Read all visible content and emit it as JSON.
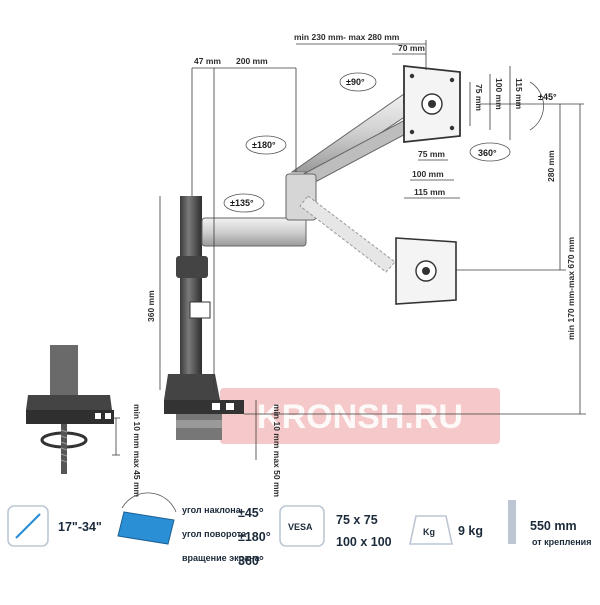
{
  "diagram": {
    "dimensions": {
      "offset_47": "47 mm",
      "arm_200": "200 mm",
      "reach_range": "min 230 mm- max 280 mm",
      "head_70": "70 mm",
      "vesa_100_h": "100 mm",
      "vesa_75_h": "75 mm",
      "vesa_115_h": "115 mm",
      "vesa_75_w": "75 mm",
      "vesa_100_w": "100 mm",
      "vesa_115_w": "115 mm",
      "height_280": "280 mm",
      "height_range": "min 170 mm-max 670 mm",
      "pole_360": "360 mm",
      "clamp_min10_max45": "min 10 mm\nmax 45 mm",
      "grommet_min10_max50": "min 10 mm\nmax 50 mm"
    },
    "rotations": {
      "r90": "±90°",
      "r180": "±180°",
      "r135": "±135°",
      "r45": "±45°",
      "r360": "360°"
    },
    "watermark": "KRONSH.RU"
  },
  "specs": {
    "screen_size": "17\"-34\"",
    "tilt_label": "угол наклона",
    "swivel_label": "угол поворота",
    "rotation_label": "вращение экрана",
    "tilt_value": "±45°",
    "swivel_value": "±180°",
    "rotation_value": "360°",
    "vesa_badge": "VESA",
    "vesa_75": "75 x 75",
    "vesa_100": "100 x 100",
    "weight_badge": "Kg",
    "weight_value": "9 kg",
    "wall_distance": "550 mm",
    "wall_distance_sub": "от крепления"
  },
  "colors": {
    "dimension_line": "#3b3b3b",
    "tilt_icon": "#2b8fd6",
    "watermark": "#e26464",
    "arm_metal": "#c9c9c9",
    "pole": "#555555"
  }
}
